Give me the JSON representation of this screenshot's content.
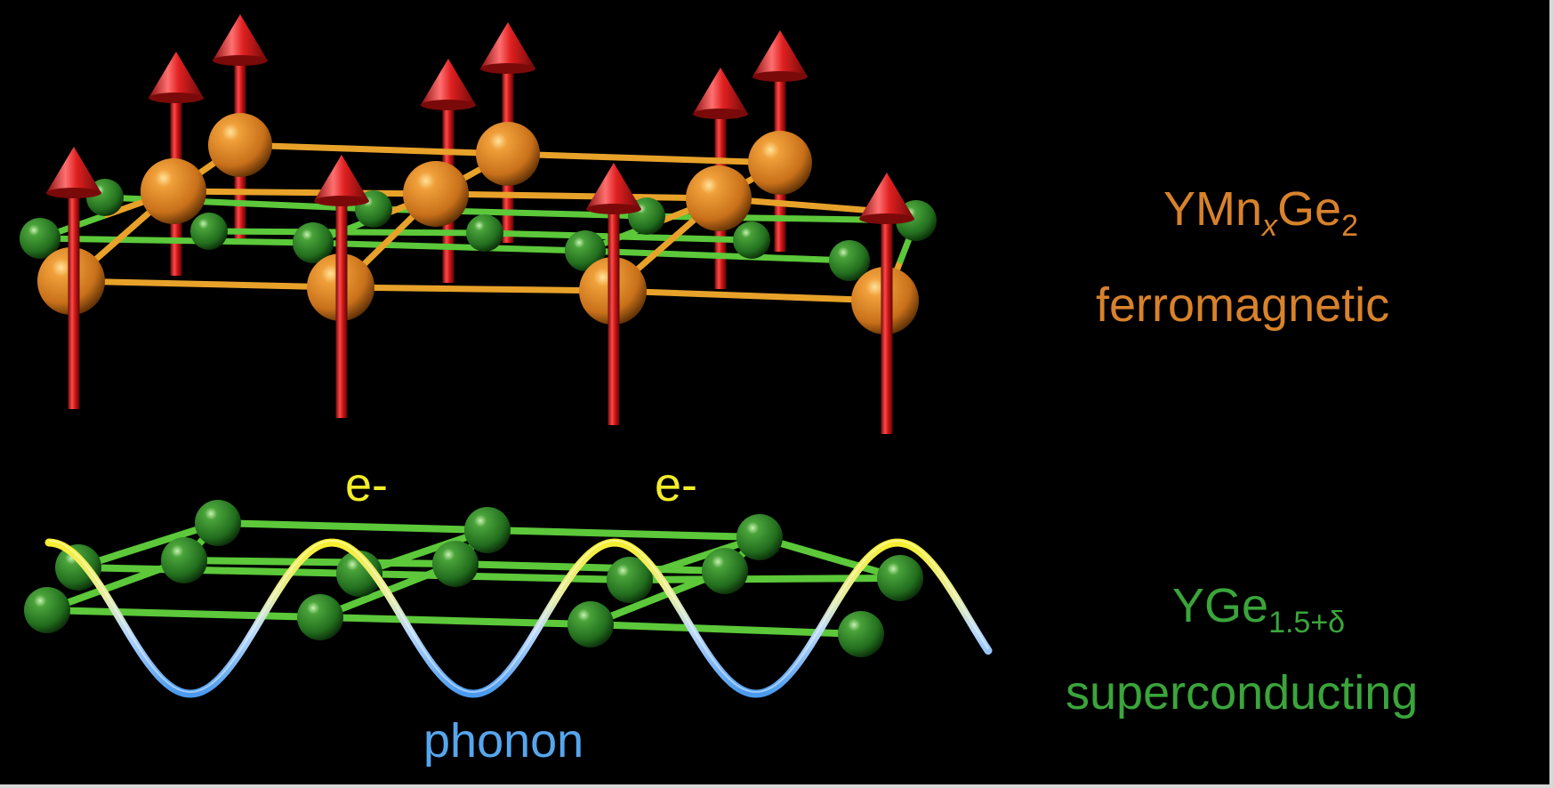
{
  "labels": {
    "fm_formula_base": "YMn",
    "fm_formula_sub1": "x",
    "fm_formula_mid": "Ge",
    "fm_formula_sub2": "2",
    "fm_desc": "ferromagnetic",
    "sc_formula_base": "YGe",
    "sc_formula_sub": "1.5+δ",
    "sc_desc": "superconducting",
    "electron_1": "e-",
    "electron_2": "e-",
    "phonon": "phonon"
  },
  "colors": {
    "background": "#000000",
    "mn_atom": "#d07a1c",
    "ge_atom": "#2a8a2a",
    "spin_arrow": "#d01818",
    "mn_bond": "#e8a22a",
    "ge_bond": "#5cc83a",
    "wave_top": "#f5ec2a",
    "wave_bottom": "#56a6ee",
    "fm_text": "#d8822b",
    "sc_text": "#3aa53a",
    "electron_text": "#f2ec2a",
    "phonon_text": "#56a6ee"
  },
  "icons": {
    "mn_atom": "orange-sphere",
    "ge_atom": "green-sphere",
    "spin": "red-arrow-up",
    "phonon": "sine-wave"
  }
}
